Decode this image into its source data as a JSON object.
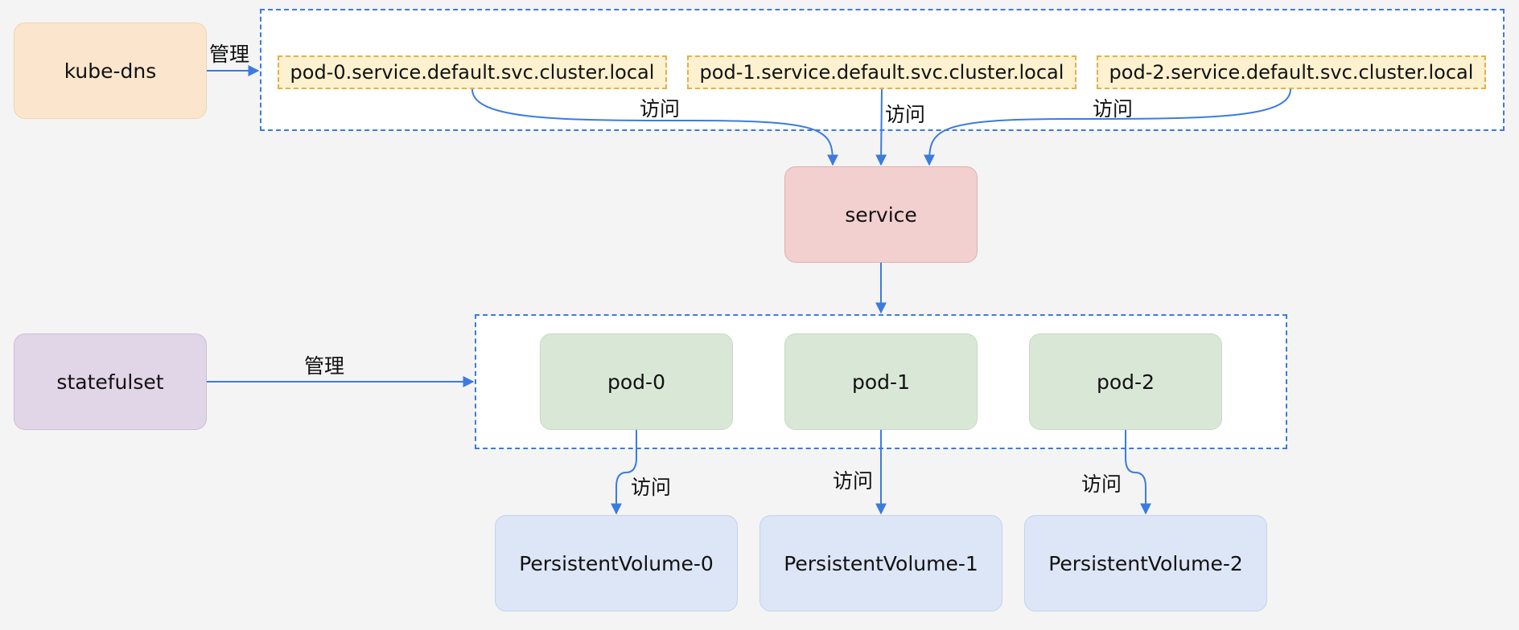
{
  "nodes": {
    "kube_dns": "kube-dns",
    "service": "service",
    "statefulset": "statefulset",
    "pods": [
      "pod-0",
      "pod-1",
      "pod-2"
    ],
    "volumes": [
      "PersistentVolume-0",
      "PersistentVolume-1",
      "PersistentVolume-2"
    ],
    "dns_records": [
      "pod-0.service.default.svc.cluster.local",
      "pod-1.service.default.svc.cluster.local",
      "pod-2.service.default.svc.cluster.local"
    ]
  },
  "edge_labels": {
    "dns_manage": "管理",
    "sts_manage": "管理",
    "record_access": [
      "访问",
      "访问",
      "访问"
    ],
    "pod_access": [
      "访问",
      "访问",
      "访问"
    ]
  },
  "colors": {
    "arrow": "#3b7be0",
    "group_border": "#3b7be0",
    "record_border": "#e2b14c"
  }
}
